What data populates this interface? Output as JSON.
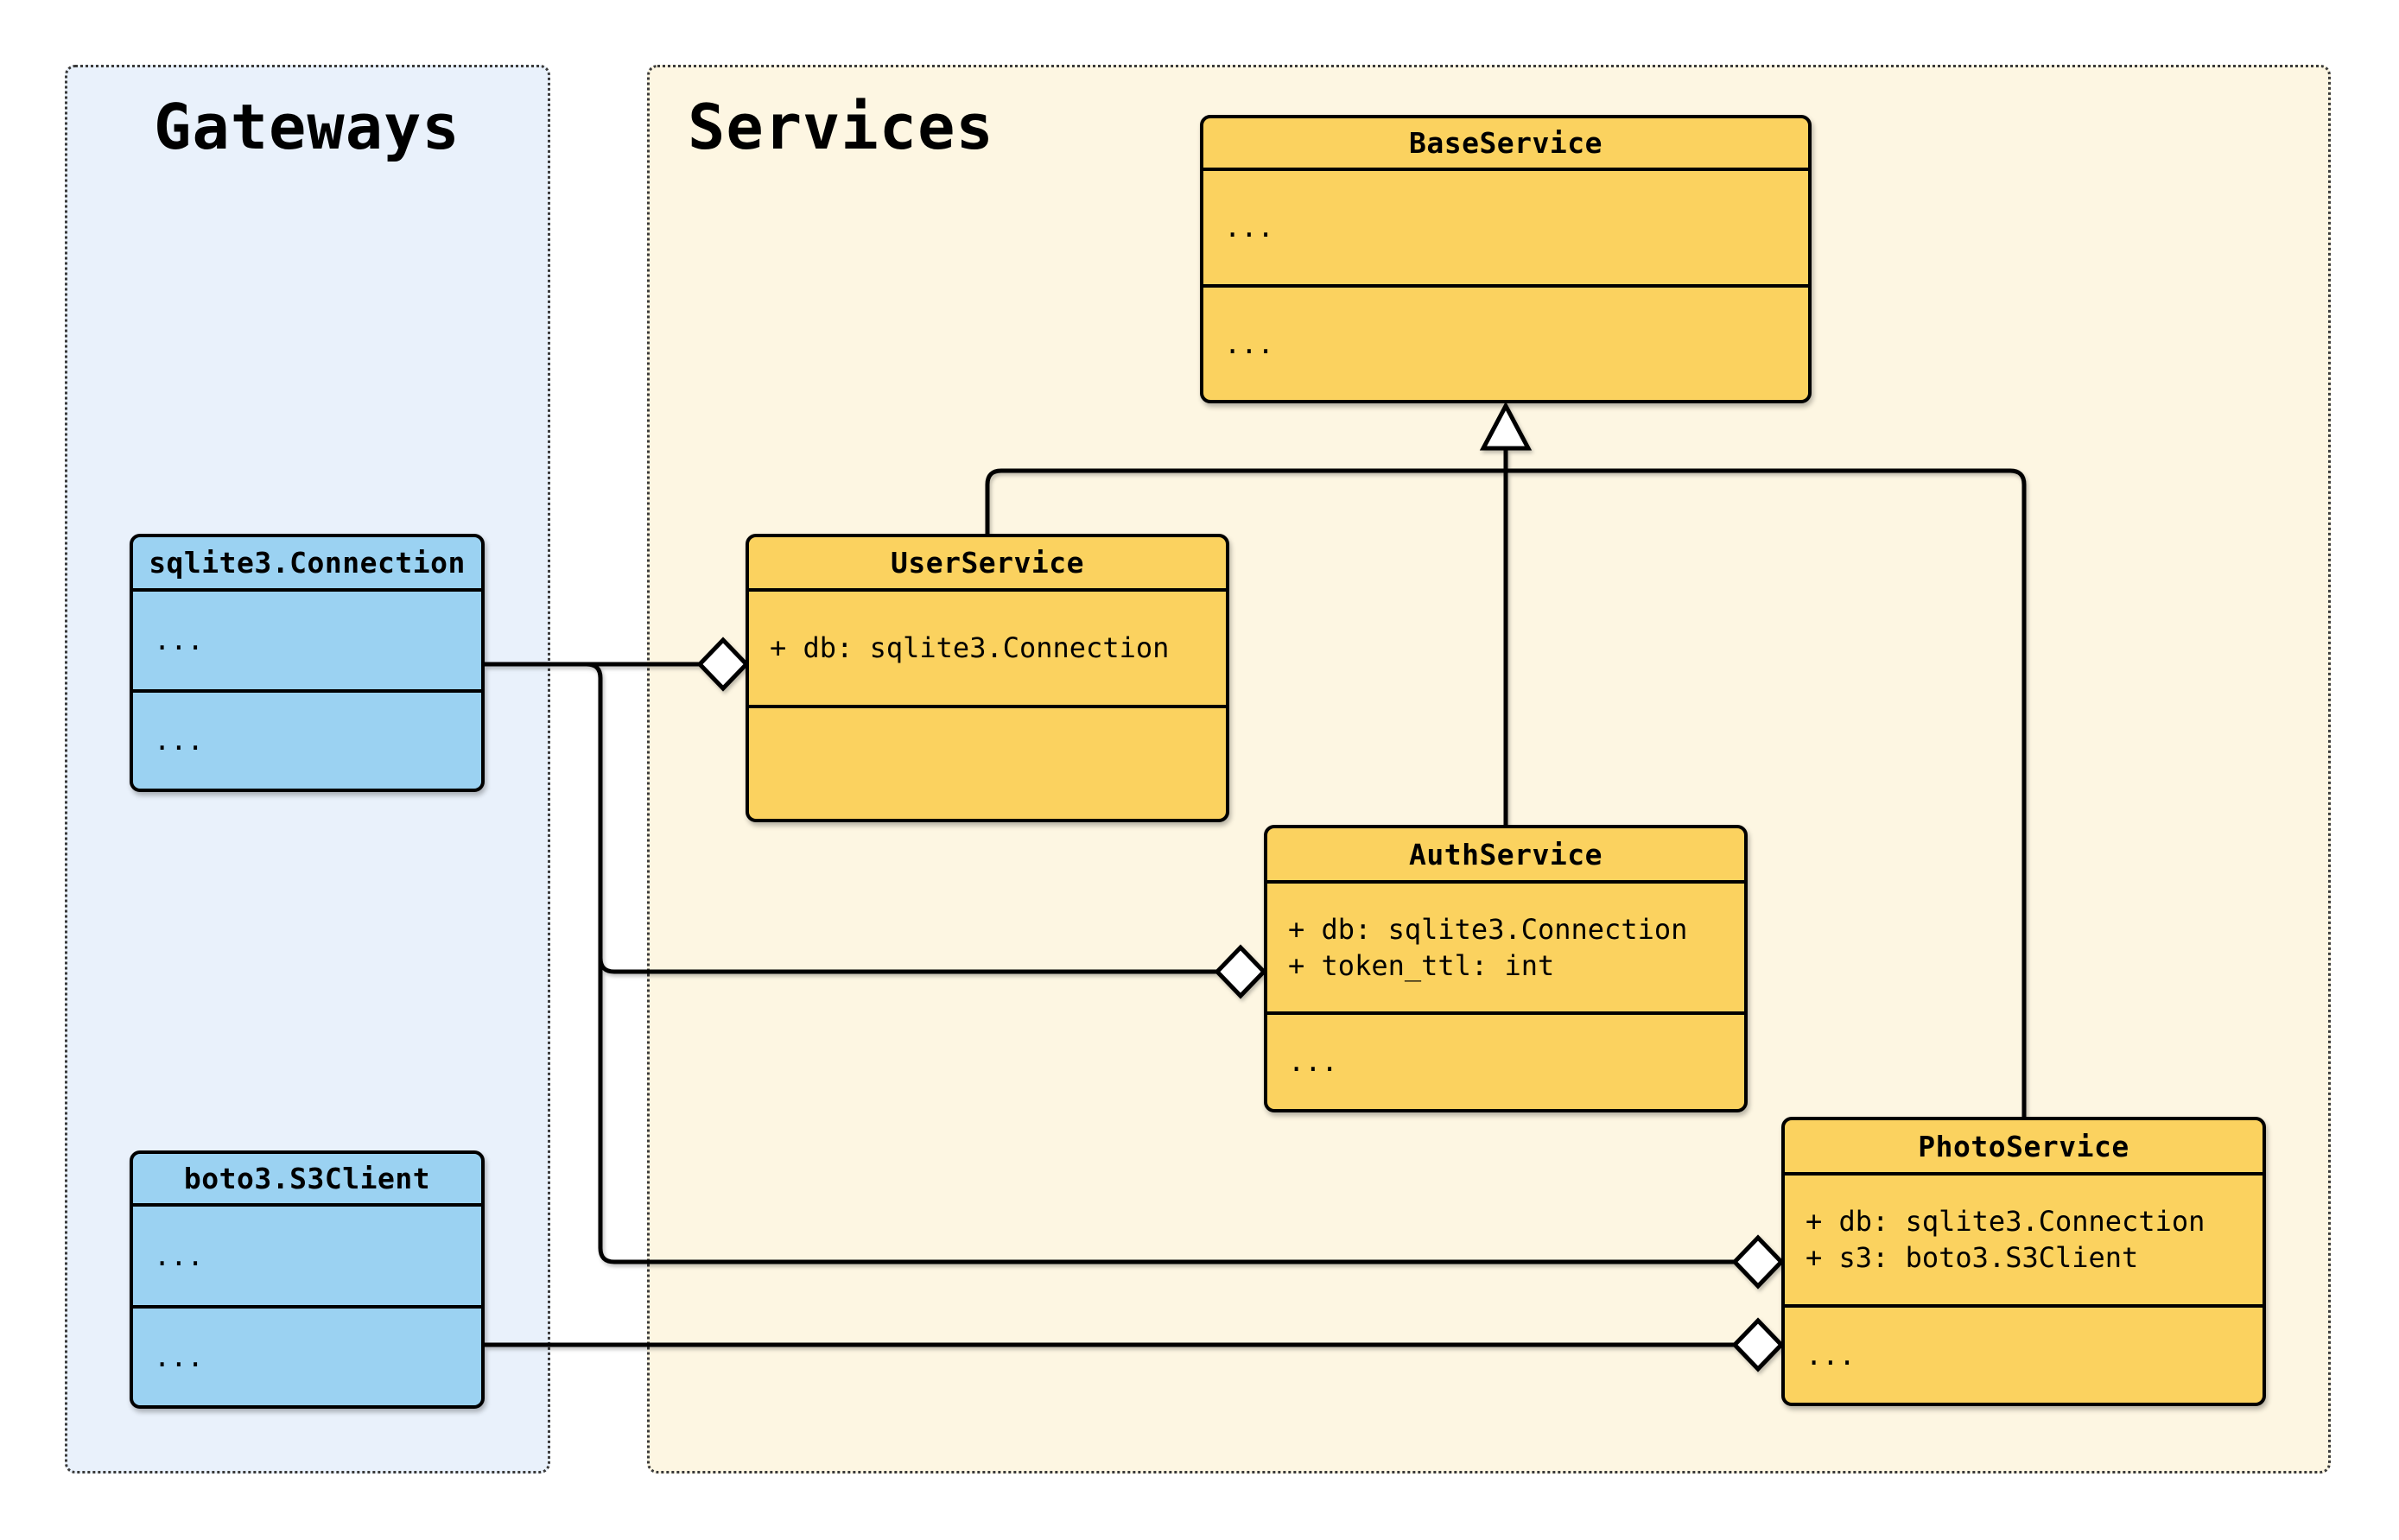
{
  "diagram": {
    "type": "uml-class-diagram",
    "groups": {
      "gateways": {
        "title": "Gateways"
      },
      "services": {
        "title": "Services"
      }
    },
    "classes": {
      "base_service": {
        "name": "BaseService",
        "attributes": [
          "..."
        ],
        "methods": [
          "..."
        ]
      },
      "user_service": {
        "name": "UserService",
        "attributes": [
          "+ db: sqlite3.Connection"
        ],
        "methods": []
      },
      "auth_service": {
        "name": "AuthService",
        "attributes": [
          "+ db: sqlite3.Connection",
          "+ token_ttl: int"
        ],
        "methods": [
          "..."
        ]
      },
      "photo_service": {
        "name": "PhotoService",
        "attributes": [
          "+ db: sqlite3.Connection",
          "+ s3: boto3.S3Client"
        ],
        "methods": [
          "..."
        ]
      },
      "sqlite3_connection": {
        "name": "sqlite3.Connection",
        "attributes": [
          "..."
        ],
        "methods": [
          "..."
        ]
      },
      "boto3_s3client": {
        "name": "boto3.S3Client",
        "attributes": [
          "..."
        ],
        "methods": [
          "..."
        ]
      }
    },
    "relationships": [
      {
        "type": "inheritance",
        "from": "UserService",
        "to": "BaseService"
      },
      {
        "type": "inheritance",
        "from": "AuthService",
        "to": "BaseService"
      },
      {
        "type": "inheritance",
        "from": "PhotoService",
        "to": "BaseService"
      },
      {
        "type": "aggregation",
        "from": "UserService",
        "to": "sqlite3.Connection"
      },
      {
        "type": "aggregation",
        "from": "AuthService",
        "to": "sqlite3.Connection"
      },
      {
        "type": "aggregation",
        "from": "PhotoService",
        "to": "sqlite3.Connection"
      },
      {
        "type": "aggregation",
        "from": "PhotoService",
        "to": "boto3.S3Client"
      }
    ],
    "colors": {
      "service_class_fill": "#fbd25f",
      "gateway_class_fill": "#9bd2f2",
      "gateways_panel_bg": "#e9f1fb",
      "services_panel_bg": "#fdf6e2",
      "stroke": "#000000",
      "canvas_bg": "#ffffff"
    }
  }
}
